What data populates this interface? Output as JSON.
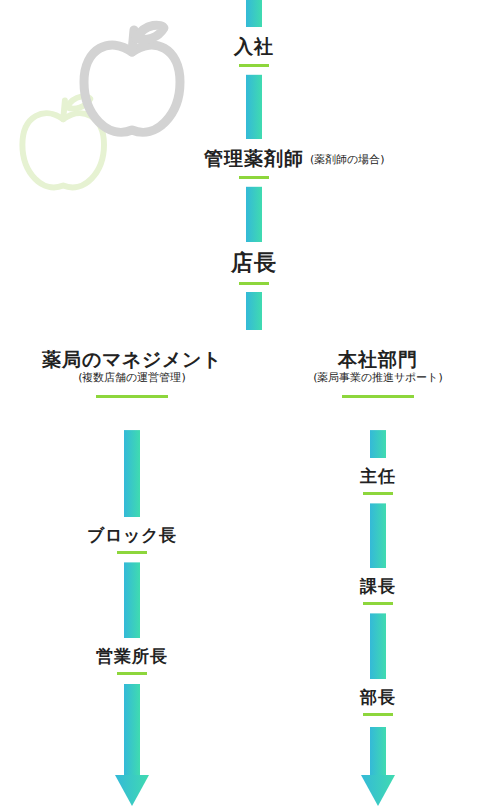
{
  "diagram": {
    "nodes": [
      {
        "text": [
          "入社"
        ]
      },
      {
        "text": [
          "管理薬剤師",
          "(薬剤師の場合)"
        ]
      },
      {
        "text": [
          "店長"
        ]
      },
      {
        "text": [
          "薬局のマネジメント",
          "(複数店舗の運営管理)"
        ]
      },
      {
        "text": [
          "本社部門",
          "(薬局事業の推進サポート)"
        ]
      },
      {
        "text": [
          "ブロック長"
        ]
      },
      {
        "text": [
          "営業所長"
        ]
      },
      {
        "text": [
          "主任"
        ]
      },
      {
        "text": [
          "課長"
        ]
      },
      {
        "text": [
          "部長"
        ]
      }
    ],
    "edges": [
      {
        "from": 0,
        "to": 1,
        "arrow": "none"
      },
      {
        "from": 1,
        "to": 2,
        "arrow": "none"
      },
      {
        "from": 3,
        "to": 5,
        "arrow": "none"
      },
      {
        "from": 5,
        "to": 6,
        "arrow": "none"
      },
      {
        "from": 4,
        "to": 7,
        "arrow": "none"
      },
      {
        "from": 7,
        "to": 8,
        "arrow": "none"
      },
      {
        "from": 8,
        "to": 9,
        "arrow": "none"
      }
    ]
  }
}
